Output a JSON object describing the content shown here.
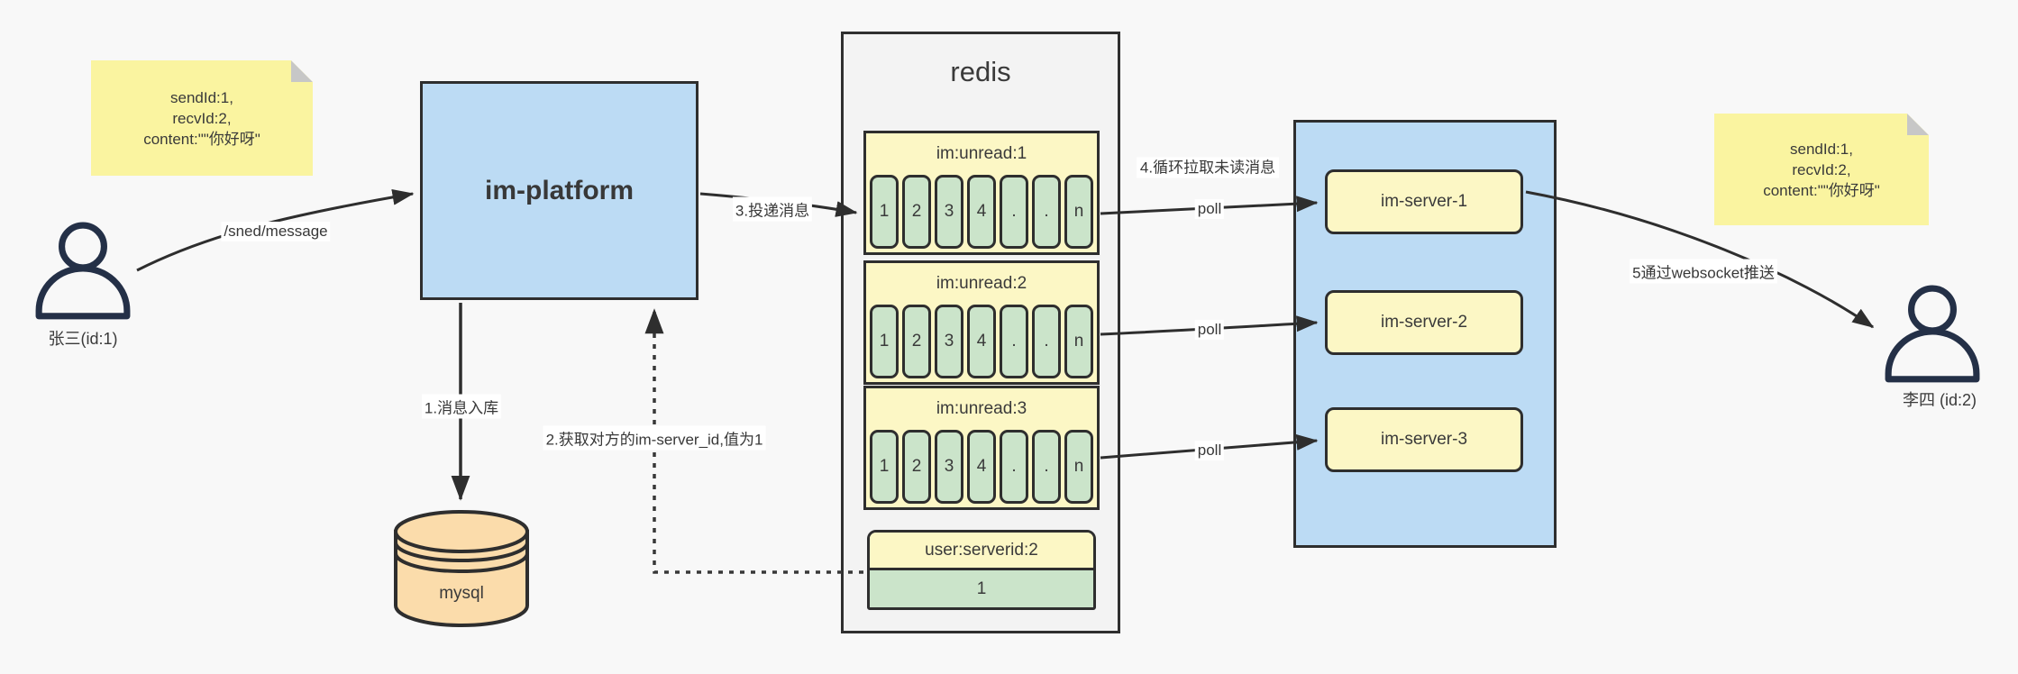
{
  "sender": {
    "label": "张三(id:1)"
  },
  "receiver": {
    "label": "李四 (id:2)"
  },
  "note_left": {
    "line1": "sendId:1,",
    "line2": "recvId:2,",
    "line3": "content:\"\"你好呀\""
  },
  "note_right": {
    "line1": "sendId:1,",
    "line2": "recvId:2,",
    "line3": "content:\"\"你好呀\""
  },
  "platform": {
    "label": "im-platform"
  },
  "mysql": {
    "label": "mysql"
  },
  "redis": {
    "title": "redis",
    "queues": [
      {
        "header": "im:unread:1",
        "cells": [
          "1",
          "2",
          "3",
          "4",
          ".",
          ".",
          "n"
        ]
      },
      {
        "header": "im:unread:2",
        "cells": [
          "1",
          "2",
          "3",
          "4",
          ".",
          ".",
          "n"
        ]
      },
      {
        "header": "im:unread:3",
        "cells": [
          "1",
          "2",
          "3",
          "4",
          ".",
          ".",
          "n"
        ]
      }
    ],
    "kv": {
      "header": "user:serverid:2",
      "value": "1"
    }
  },
  "servers": [
    {
      "label": "im-server-1"
    },
    {
      "label": "im-server-2"
    },
    {
      "label": "im-server-3"
    }
  ],
  "edges": {
    "send_api": "/sned/message",
    "step1": "1.消息入库",
    "step2": "2.获取对方的im-server_id,值为1",
    "step3": "3.投递消息",
    "step4": "4.循环拉取未读消息",
    "poll": "poll",
    "step5": "5通过websocket推送"
  },
  "colors": {
    "blue": "#bcdbf4",
    "yellow": "#fcf7c5",
    "note_yellow": "#faf4a0",
    "green": "#cbe4ca",
    "orange": "#fbdcab",
    "stroke": "#2e2e2e",
    "person": "#243047"
  }
}
